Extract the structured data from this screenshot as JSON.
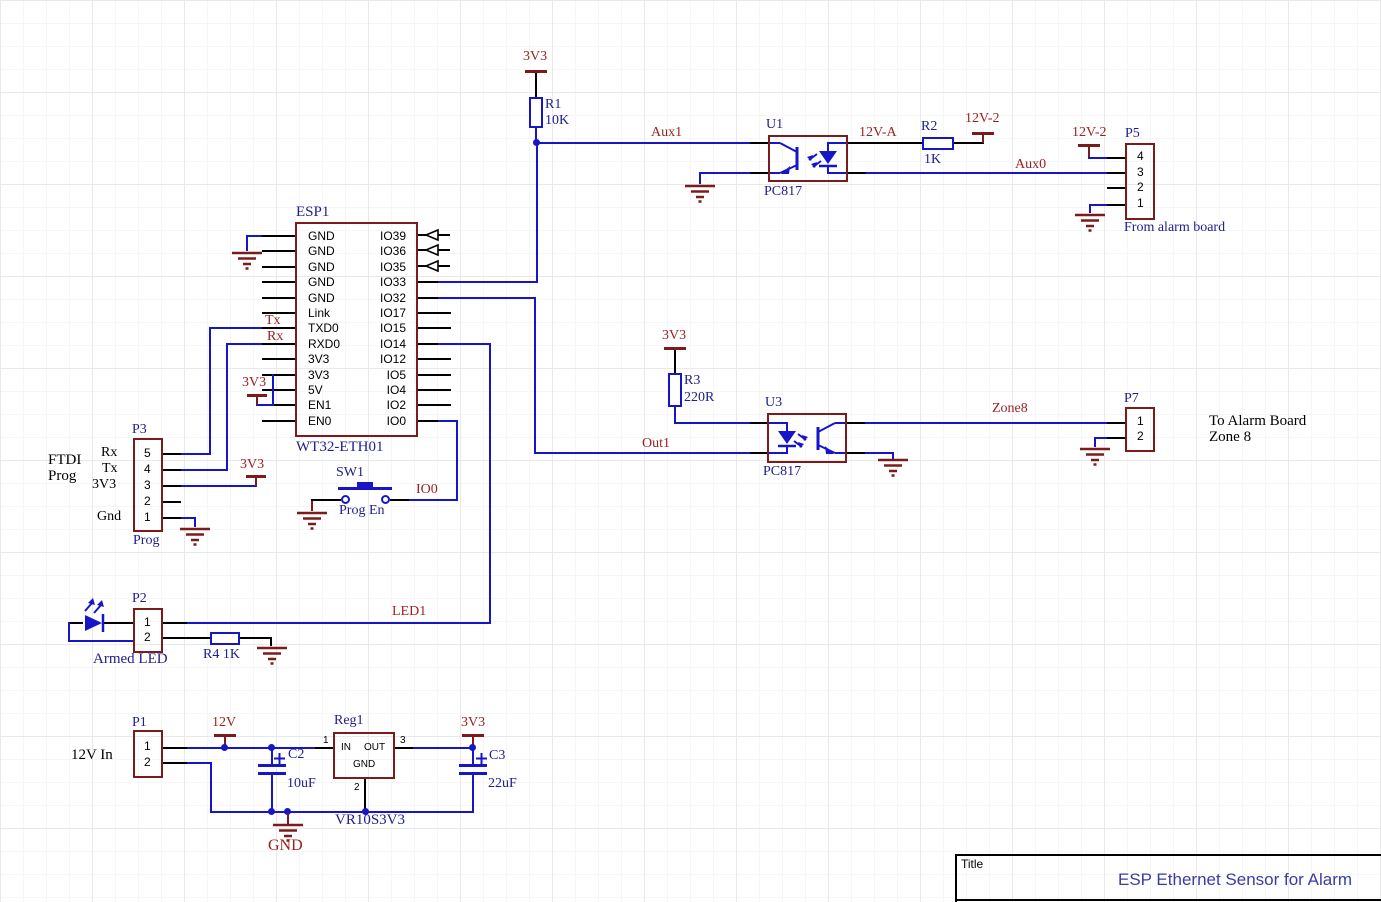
{
  "colors": {
    "wire": "#1616c8",
    "component_outline": "#7c1b1b",
    "net_label": "#9a1f1f",
    "designator": "#20208f",
    "title_blue": "#3b3ba6"
  },
  "esp": {
    "ref": "ESP1",
    "part": "WT32-ETH01",
    "left_pins": [
      "GND",
      "GND",
      "GND",
      "GND",
      "GND",
      "Link",
      "TXD0",
      "RXD0",
      "3V3",
      "3V3",
      "5V",
      "EN1",
      "EN0"
    ],
    "right_pins": [
      "IO39",
      "IO36",
      "IO35",
      "IO33",
      "IO32",
      "IO17",
      "IO15",
      "IO14",
      "IO12",
      "IO5",
      "IO4",
      "IO2",
      "IO0"
    ]
  },
  "resistors": {
    "r1": {
      "ref": "R1",
      "value": "10K"
    },
    "r2": {
      "ref": "R2",
      "value": "1K"
    },
    "r3": {
      "ref": "R3",
      "value": "220R"
    },
    "r4": {
      "label": "R4 1K"
    }
  },
  "optos": {
    "u1": {
      "ref": "U1",
      "part": "PC817"
    },
    "u3": {
      "ref": "U3",
      "part": "PC817"
    }
  },
  "connectors": {
    "p1": {
      "ref": "P1",
      "pins": [
        "1",
        "2"
      ],
      "note": "12V In"
    },
    "p2": {
      "ref": "P2",
      "pins": [
        "1",
        "2"
      ],
      "caption": "Armed LED"
    },
    "p3": {
      "ref": "P3",
      "pins": [
        "5",
        "4",
        "3",
        "2",
        "1"
      ],
      "labels": {
        "rx": "Rx",
        "tx": "Tx",
        "v33": "3V3",
        "gnd": "Gnd"
      },
      "note_line1": "FTDI",
      "note_line2": "Prog",
      "caption": "Prog"
    },
    "p5": {
      "ref": "P5",
      "pins": [
        "4",
        "3",
        "2",
        "1"
      ],
      "caption": "From alarm board"
    },
    "p7": {
      "ref": "P7",
      "pins": [
        "1",
        "2"
      ],
      "caption_line1": "To Alarm Board",
      "caption_line2": "Zone 8"
    }
  },
  "switch": {
    "ref": "SW1",
    "caption": "Prog En"
  },
  "regulator": {
    "ref": "Reg1",
    "part": "VR10S3V3",
    "pin_in": "IN",
    "pin_out": "OUT",
    "pin_gnd": "GND",
    "num_in": "1",
    "num_out": "3",
    "num_gnd": "2"
  },
  "capacitors": {
    "c2": {
      "ref": "C2",
      "value": "10uF"
    },
    "c3": {
      "ref": "C3",
      "value": "22uF"
    }
  },
  "nets": {
    "aux1": "Aux1",
    "aux0": "Aux0",
    "v12a": "12V-A",
    "zone8": "Zone8",
    "out1": "Out1",
    "io0": "IO0",
    "led1": "LED1",
    "tx": "Tx",
    "rx": "Rx"
  },
  "power": {
    "v33": "3V3",
    "v12": "12V",
    "v12_2": "12V-2",
    "gnd": "GND"
  },
  "title_block": {
    "label": "Title",
    "title": "ESP Ethernet Sensor for Alarm"
  }
}
